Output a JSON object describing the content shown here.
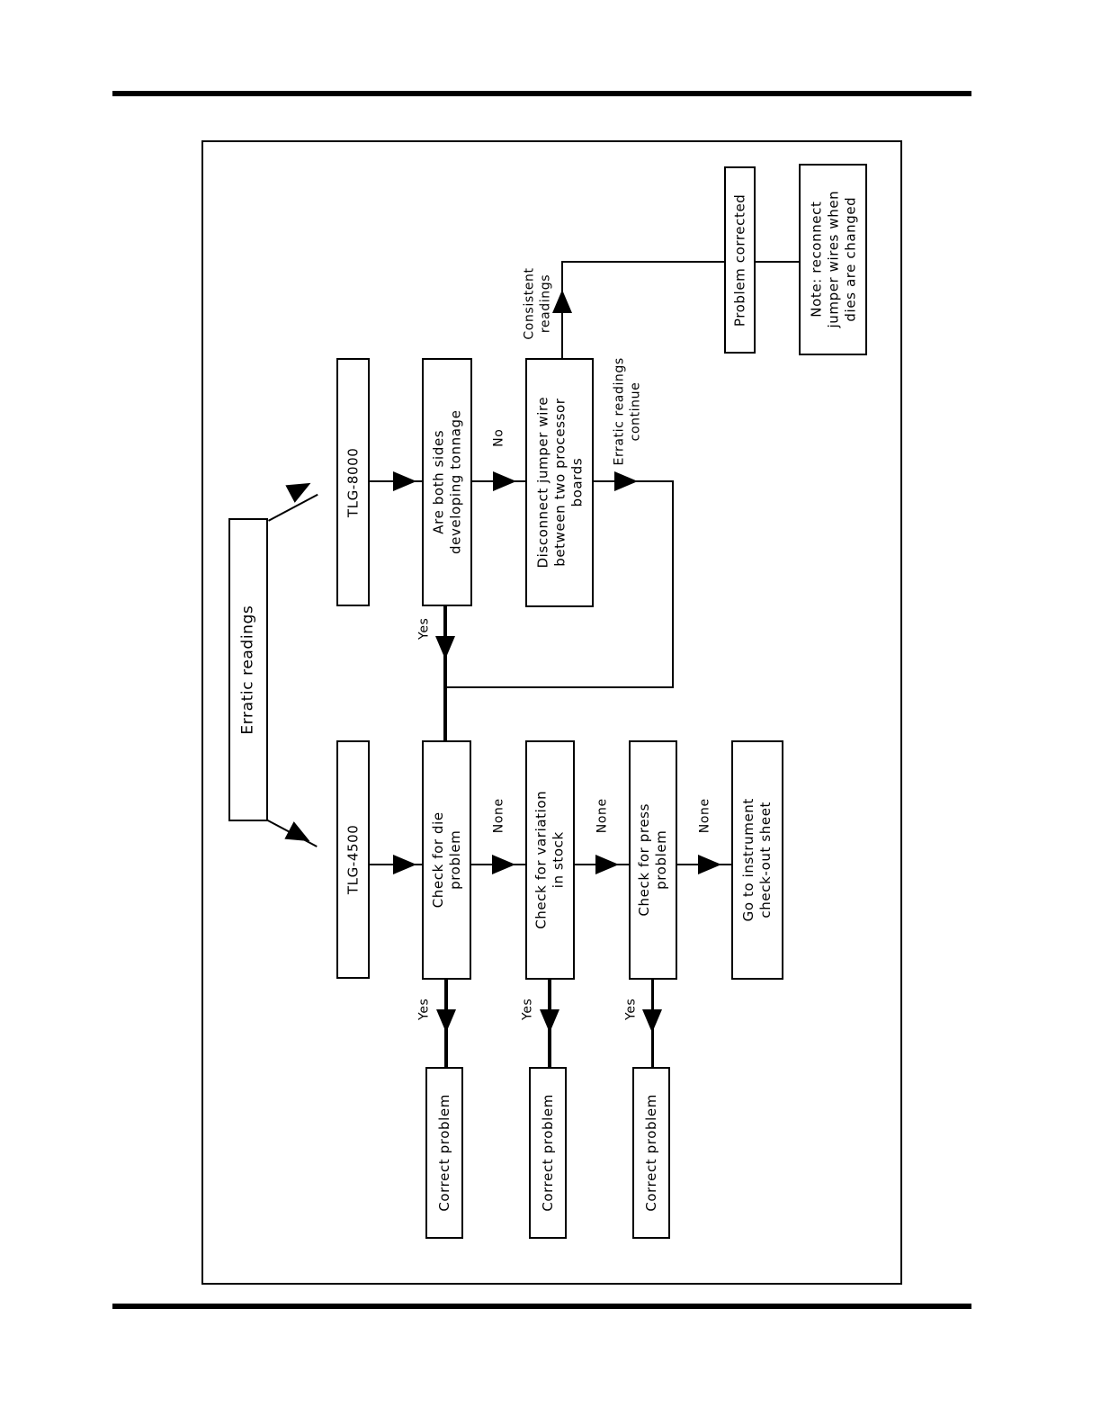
{
  "document": {
    "type": "troubleshooting-flowchart",
    "orientation": "landscape-rotated-90-ccw"
  },
  "nodes": {
    "start": {
      "label": "Erratic readings"
    },
    "tlg8000": {
      "label": "TLG-8000"
    },
    "both_sides": {
      "line1": "Are both sides",
      "line2": "developing tonnage"
    },
    "disconnect": {
      "line1": "Disconnect jumper wire",
      "line2": "between two processor",
      "line3": "boards"
    },
    "problem_corrected": {
      "label": "Problem corrected"
    },
    "note": {
      "line1": "Note: reconnect",
      "line2": "jumper wires when",
      "line3": "dies are changed"
    },
    "tlg4500": {
      "label": "TLG-4500"
    },
    "check_die": {
      "line1": "Check for die",
      "line2": "problem"
    },
    "check_variation": {
      "line1": "Check for variation",
      "line2": "in stock"
    },
    "check_press": {
      "line1": "Check for press",
      "line2": "problem"
    },
    "checkout_sheet": {
      "line1": "Go to instrument",
      "line2": "check-out sheet"
    },
    "correct_problem_1": {
      "label": "Correct problem"
    },
    "correct_problem_2": {
      "label": "Correct problem"
    },
    "correct_problem_3": {
      "label": "Correct problem"
    }
  },
  "edge_labels": {
    "no": "No",
    "yes_tonnage": "Yes",
    "consistent_readings": {
      "line1": "Consistent",
      "line2": "readings"
    },
    "erratic_continue": {
      "line1": "Erratic readings",
      "line2": "continue"
    },
    "none_1": "None",
    "none_2": "None",
    "none_3": "None",
    "yes_1": "Yes",
    "yes_2": "Yes",
    "yes_3": "Yes"
  },
  "colors": {
    "ink": "#000000",
    "paper": "#ffffff"
  }
}
